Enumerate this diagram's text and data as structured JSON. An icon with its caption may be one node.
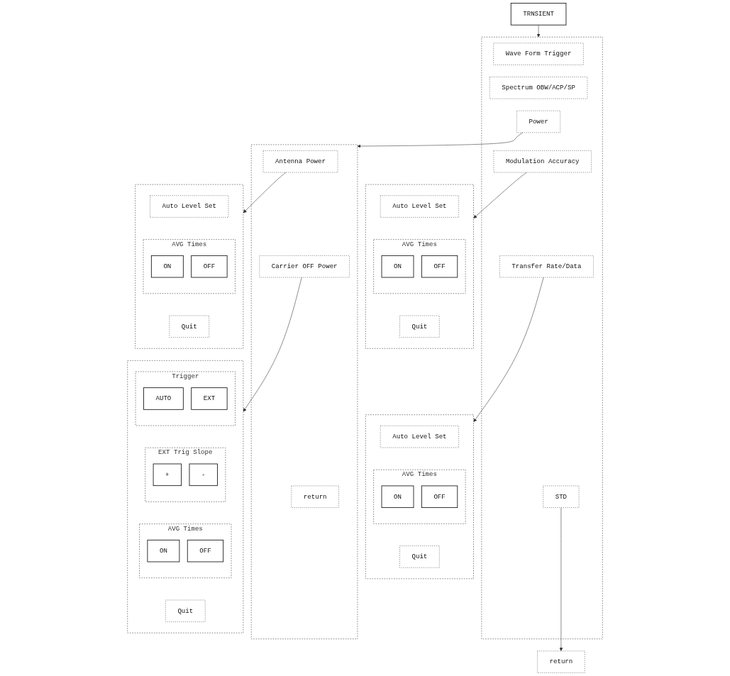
{
  "diagram": {
    "nodes": [
      {
        "text": [
          "TRNSIENT"
        ]
      },
      {
        "text": [],
        "shape": "box"
      },
      {
        "text": [
          "Wave Form Trigger"
        ],
        "in": 1
      },
      {
        "text": [
          "Spectrum OBW/ACP/SP"
        ],
        "in": 1
      },
      {
        "text": [
          "Power"
        ],
        "in": 1
      },
      {
        "text": [
          "Modulation Accuracy"
        ],
        "in": 1
      },
      {
        "text": [
          "Transfer Rate/Data"
        ],
        "in": 1
      },
      {
        "text": [
          "STD"
        ],
        "in": 1
      },
      {
        "text": [],
        "shape": "box"
      },
      {
        "text": [
          "Auto Level Set"
        ],
        "in": 8
      },
      {
        "text": [
          "AVG Times"
        ],
        "in": 8
      },
      {
        "text": [
          "ON"
        ],
        "in": 10
      },
      {
        "text": [
          "OFF"
        ],
        "in": 10
      },
      {
        "text": [
          "Quit"
        ],
        "in": 8
      },
      {
        "text": [],
        "shape": "box"
      },
      {
        "text": [
          "Auto Level Set"
        ],
        "in": 14
      },
      {
        "text": [
          "AVG Times"
        ],
        "in": 14
      },
      {
        "text": [
          "ON"
        ],
        "in": 16
      },
      {
        "text": [
          "OFF"
        ],
        "in": 16
      },
      {
        "text": [
          "Quit"
        ],
        "in": 14
      },
      {
        "text": [],
        "shape": "box"
      },
      {
        "text": [
          "Antenna Power"
        ],
        "in": 20
      },
      {
        "text": [
          "Carrier OFF Power"
        ],
        "in": 20
      },
      {
        "text": [
          "return"
        ],
        "in": 20
      },
      {
        "text": [],
        "shape": "box"
      },
      {
        "text": [
          "Auto Level Set"
        ],
        "in": 24
      },
      {
        "text": [
          "AVG Times"
        ],
        "in": 24
      },
      {
        "text": [
          "ON"
        ],
        "in": 26
      },
      {
        "text": [
          "OFF"
        ],
        "in": 26
      },
      {
        "text": [
          "Quit"
        ],
        "in": 24
      },
      {
        "text": [
          "return"
        ]
      },
      {
        "text": [],
        "shape": "box"
      },
      {
        "text": [
          "Trigger"
        ],
        "in": 31
      },
      {
        "text": [
          "AUTO"
        ],
        "in": 32
      },
      {
        "text": [
          "EXT"
        ],
        "in": 32
      },
      {
        "text": [
          "EXT Trig Slope"
        ],
        "in": 31
      },
      {
        "text": [
          "+"
        ],
        "in": 35
      },
      {
        "text": [
          "-"
        ],
        "in": 35
      },
      {
        "text": [
          "AVG Times"
        ],
        "in": 31
      },
      {
        "text": [
          "ON"
        ],
        "in": 38
      },
      {
        "text": [
          "OFF"
        ],
        "in": 38
      },
      {
        "text": [
          "Quit"
        ],
        "in": 31
      }
    ],
    "edges": [
      {
        "from": 0,
        "to": 1,
        "arrow": "to"
      },
      {
        "from": 6,
        "to": 8,
        "arrow": "to"
      },
      {
        "from": 5,
        "to": 14,
        "arrow": "to"
      },
      {
        "from": 4,
        "to": 20,
        "arrow": "to"
      },
      {
        "from": 21,
        "to": 24,
        "arrow": "to"
      },
      {
        "from": 7,
        "to": 30,
        "arrow": "to"
      },
      {
        "from": 22,
        "to": 31,
        "arrow": "to"
      }
    ]
  }
}
